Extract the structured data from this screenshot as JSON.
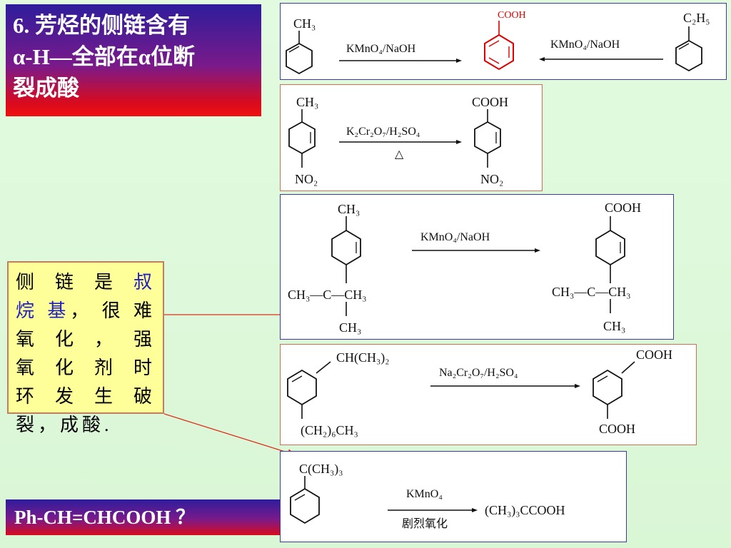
{
  "title": {
    "line1": "6.  芳烃的侧链含有",
    "line2": "α-H—全部在α位断",
    "line3": "裂成酸"
  },
  "note": {
    "part1": "侧 链 是 ",
    "highlight": "叔 烷 基",
    "part2": "， 很 难 氧 化 ， 强 氧 化 剂 时 环 发 生 破裂，成酸."
  },
  "bottom_question": "Ph-CH=CHCOOH  ？",
  "reactions": {
    "r1": {
      "left_group": "CH₃",
      "left_reagent": "KMnO₄/NaOH",
      "product_group": "COOH",
      "right_reagent": "KMnO₄/NaOH",
      "right_group": "C₂H₅"
    },
    "r2": {
      "top_group": "CH₃",
      "bottom_group": "NO₂",
      "reagent": "K₂Cr₂O₇/H₂SO₄",
      "condition": "△",
      "product_top": "COOH",
      "product_bottom": "NO₂"
    },
    "r3": {
      "top_group": "CH₃",
      "tert_left": "CH₃—C—CH₃",
      "tert_bottom": "CH₃",
      "reagent": "KMnO₄/NaOH",
      "product_top": "COOH",
      "product_tert": "CH₃—C—CH₃",
      "product_bottom": "CH₃"
    },
    "r4": {
      "top_group": "CH(CH₃)₂",
      "bottom_group": "(CH₂)₆CH₃",
      "reagent": "Na₂Cr₂O₇/H₂SO₄",
      "product_top": "COOH",
      "product_bottom": "COOH"
    },
    "r5": {
      "top_group": "C(CH₃)₃",
      "reagent_top": "KMnO₄",
      "reagent_bottom": "剧烈氧化",
      "product": "(CH₃)₃CCOOH"
    }
  },
  "colors": {
    "accent_red": "#e00000",
    "box_blue_border": "#3a3aa8",
    "box_orange_border": "#d07050",
    "highlight_blue": "#2020c0"
  }
}
